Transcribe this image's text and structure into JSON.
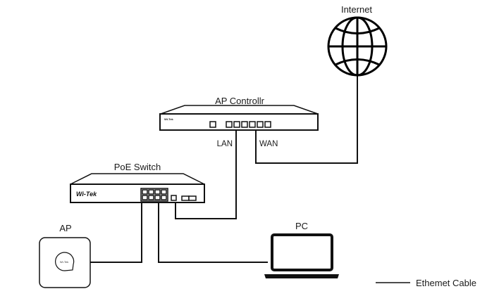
{
  "nodes": {
    "internet": {
      "label": "Internet",
      "icon": "globe-icon"
    },
    "ap_controller": {
      "label": "AP Controllr",
      "brand": "Wi-Tek",
      "ports": {
        "lan": "LAN",
        "wan": "WAN"
      }
    },
    "poe_switch": {
      "label": "PoE Switch",
      "brand": "Wi-Tek"
    },
    "ap": {
      "label": "AP",
      "brand": "Wi-Tek"
    },
    "pc": {
      "label": "PC",
      "icon": "laptop-icon"
    }
  },
  "legend": {
    "cable_label": "Ethemet Cable"
  },
  "colors": {
    "line": "#111111",
    "background": "#ffffff"
  }
}
